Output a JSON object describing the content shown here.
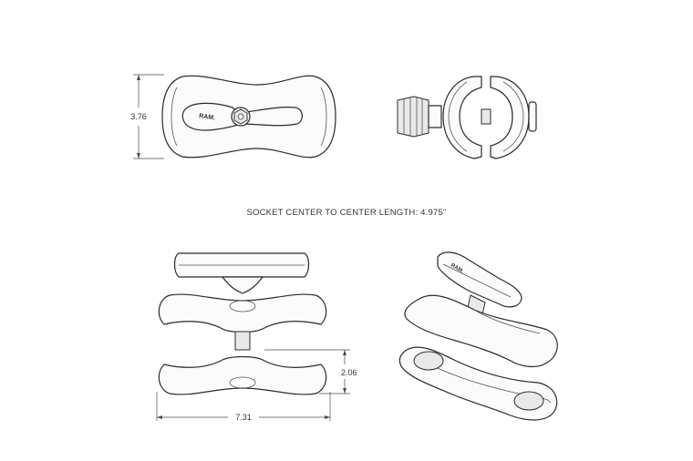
{
  "note": "SOCKET CENTER TO CENTER LENGTH: 4.975\"",
  "dimensions": {
    "height": "3.76",
    "gap": "2.06",
    "width": "7.31"
  },
  "logo_text": "RAM."
}
